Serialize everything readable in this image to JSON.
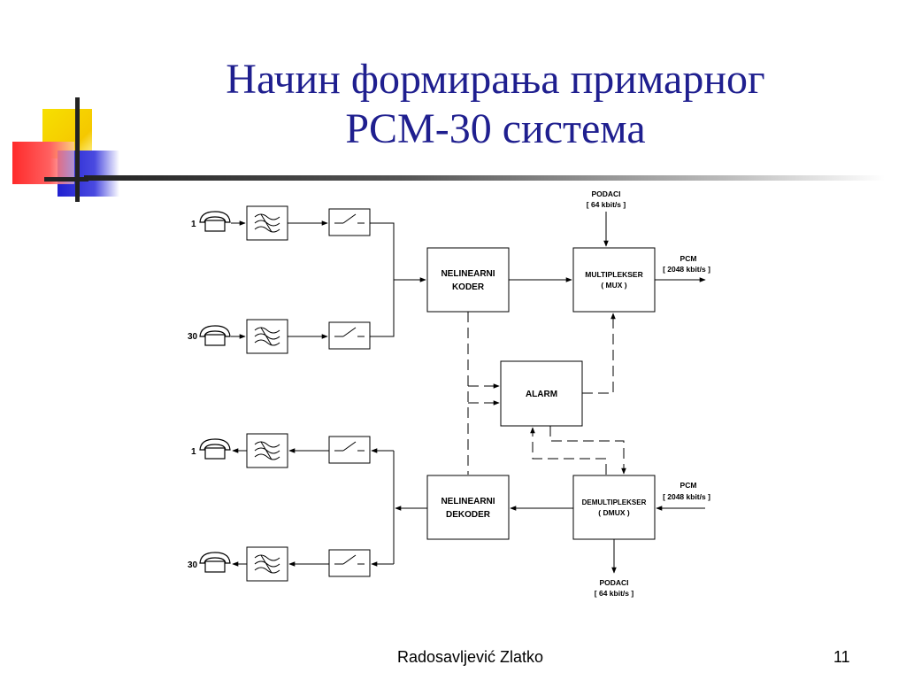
{
  "slide": {
    "title_line1": "Начин формирања примарног",
    "title_line2": "PCM-30 система",
    "author": "Radosavljević Zlatko",
    "page_number": "11"
  },
  "diagram": {
    "channel_first": "1",
    "channel_last": "30",
    "coder_line1": "NELINEARNI",
    "coder_line2": "KODER",
    "decoder_line1": "NELINEARNI",
    "decoder_line2": "DEKODER",
    "mux_line1": "MULTIPLEKSER",
    "mux_line2": "( MUX )",
    "demux_line1": "DEMULTIPLEKSER",
    "demux_line2": "( DMUX )",
    "alarm": "ALARM",
    "data_label": "PODACI",
    "data_rate": "[ 64 kbit/s ]",
    "pcm_label": "PCM",
    "pcm_rate": "[ 2048 kbit/s ]"
  },
  "colors": {
    "title": "#1f1f8f",
    "deco_yellow": "#f5d800",
    "deco_red": "#ff4040",
    "deco_blue": "#2b2bd9"
  }
}
